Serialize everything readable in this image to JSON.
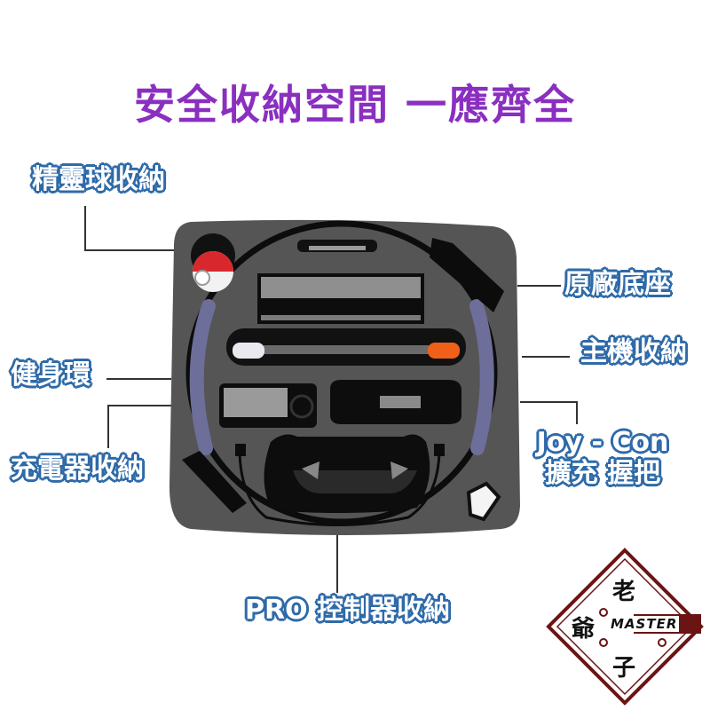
{
  "title": {
    "text": "安全收納空間 一應齊全",
    "color": "#8a2fc0"
  },
  "label_style": {
    "fill": "#ffffff",
    "outline": "#2e6aa8"
  },
  "labels": {
    "pokeball": "精靈球收納",
    "dock": "原廠底座",
    "console": "主機收納",
    "ring": "健身環",
    "charger": "充電器收納",
    "joycon_line1": "Joy - Con",
    "joycon_line2": "擴充 握把",
    "pro": "PRO 控制器收納"
  },
  "logo": {
    "chars": [
      "老",
      "爺",
      "子"
    ],
    "brand": "MASTER",
    "color": "#6b1414"
  },
  "case": {
    "fill": "#555555",
    "foam_dark": "#111111",
    "ring_pad": "#6e6e9a"
  }
}
